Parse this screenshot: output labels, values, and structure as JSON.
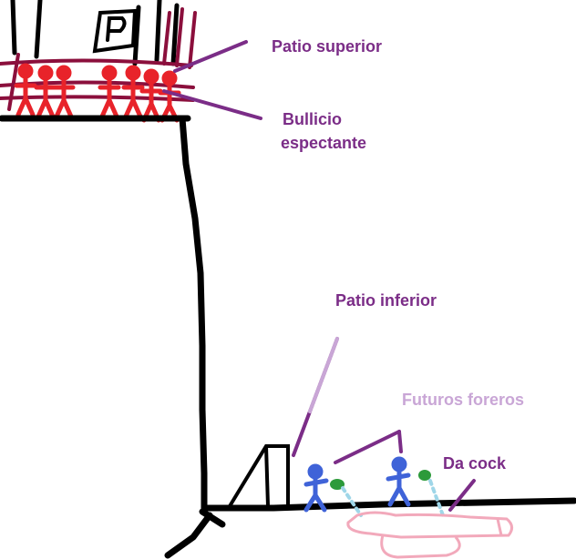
{
  "labels": {
    "upper_patio": "Patio superior",
    "crowd_line1": "Bullicio",
    "crowd_line2": "espectante",
    "lower_patio": "Patio inferior",
    "future_posters": "Futuros foreros",
    "ball": "Da cock"
  },
  "colors": {
    "ink": "#000000",
    "crowd": "#e8232a",
    "fence": "#8b0f3c",
    "label_purple": "#7b2d87",
    "label_lilac": "#c9a6d6",
    "players": "#3f63d8",
    "ball_green": "#2c9a3a",
    "trajectory": "#9fd6e8",
    "ball_pink": "#f2a9bb"
  },
  "icons": {
    "sign": "letter-p-sign-icon",
    "crowd": "stick-figure-crowd-icon",
    "players": "stick-figure-player-icon"
  }
}
